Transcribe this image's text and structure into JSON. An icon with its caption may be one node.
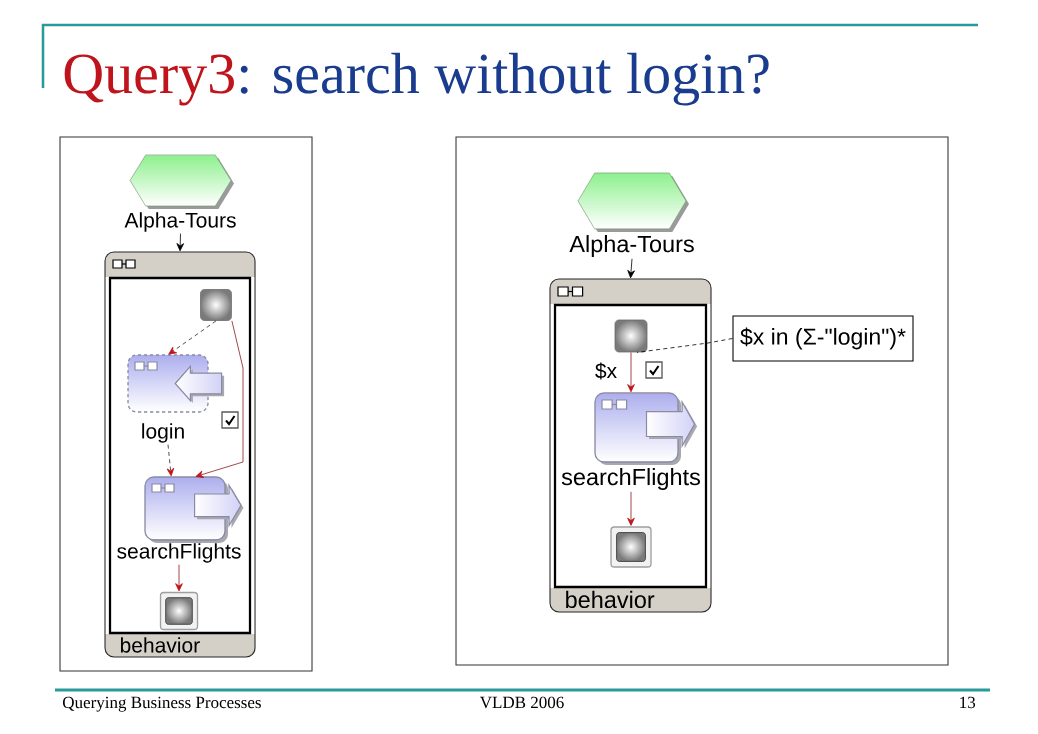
{
  "diagram": {
    "title": "Query3: search without login?",
    "nodes": [
      {
        "text": [
          "Alpha-Tours"
        ]
      },
      {
        "text": [
          "behavior"
        ]
      },
      {
        "text": [],
        "shape": "box",
        "in": 1
      },
      {
        "text": [
          "login"
        ],
        "in": 1
      },
      {
        "text": [
          "searchFlights"
        ],
        "in": 1
      },
      {
        "text": [],
        "shape": "box",
        "in": 1
      },
      {
        "text": [
          "Alpha-Tours"
        ]
      },
      {
        "text": [
          "behavior"
        ]
      },
      {
        "text": [],
        "shape": "box",
        "in": 7
      },
      {
        "text": [
          "searchFlights"
        ],
        "in": 7
      },
      {
        "text": [],
        "shape": "box",
        "in": 7
      },
      {
        "text": [
          "$x in (Σ-\"login\")*"
        ]
      }
    ],
    "edges": [
      {
        "from": 0,
        "to": 1,
        "arrow": "to",
        "color": "#000000"
      },
      {
        "from": 2,
        "to": 3,
        "arrow": "to",
        "style": "dashed",
        "color": "#262626"
      },
      {
        "from": 2,
        "to": 4,
        "arrow": "to"
      },
      {
        "from": 3,
        "to": 4,
        "arrow": "to",
        "style": "dashed",
        "color": "#262626"
      },
      {
        "from": 4,
        "to": 5,
        "arrow": "to"
      },
      {
        "from": 6,
        "to": 7,
        "arrow": "to",
        "color": "#000000"
      },
      {
        "from": 8,
        "to": 9,
        "arrow": "to",
        "label": "$x"
      },
      {
        "from": 9,
        "to": 10,
        "arrow": "to"
      },
      {
        "from": 11,
        "to": 8,
        "arrow": "none",
        "style": "dashed",
        "color": "#000000"
      }
    ],
    "labels": [
      "Querying Business Processes",
      "VLDB 2006",
      "13"
    ]
  }
}
